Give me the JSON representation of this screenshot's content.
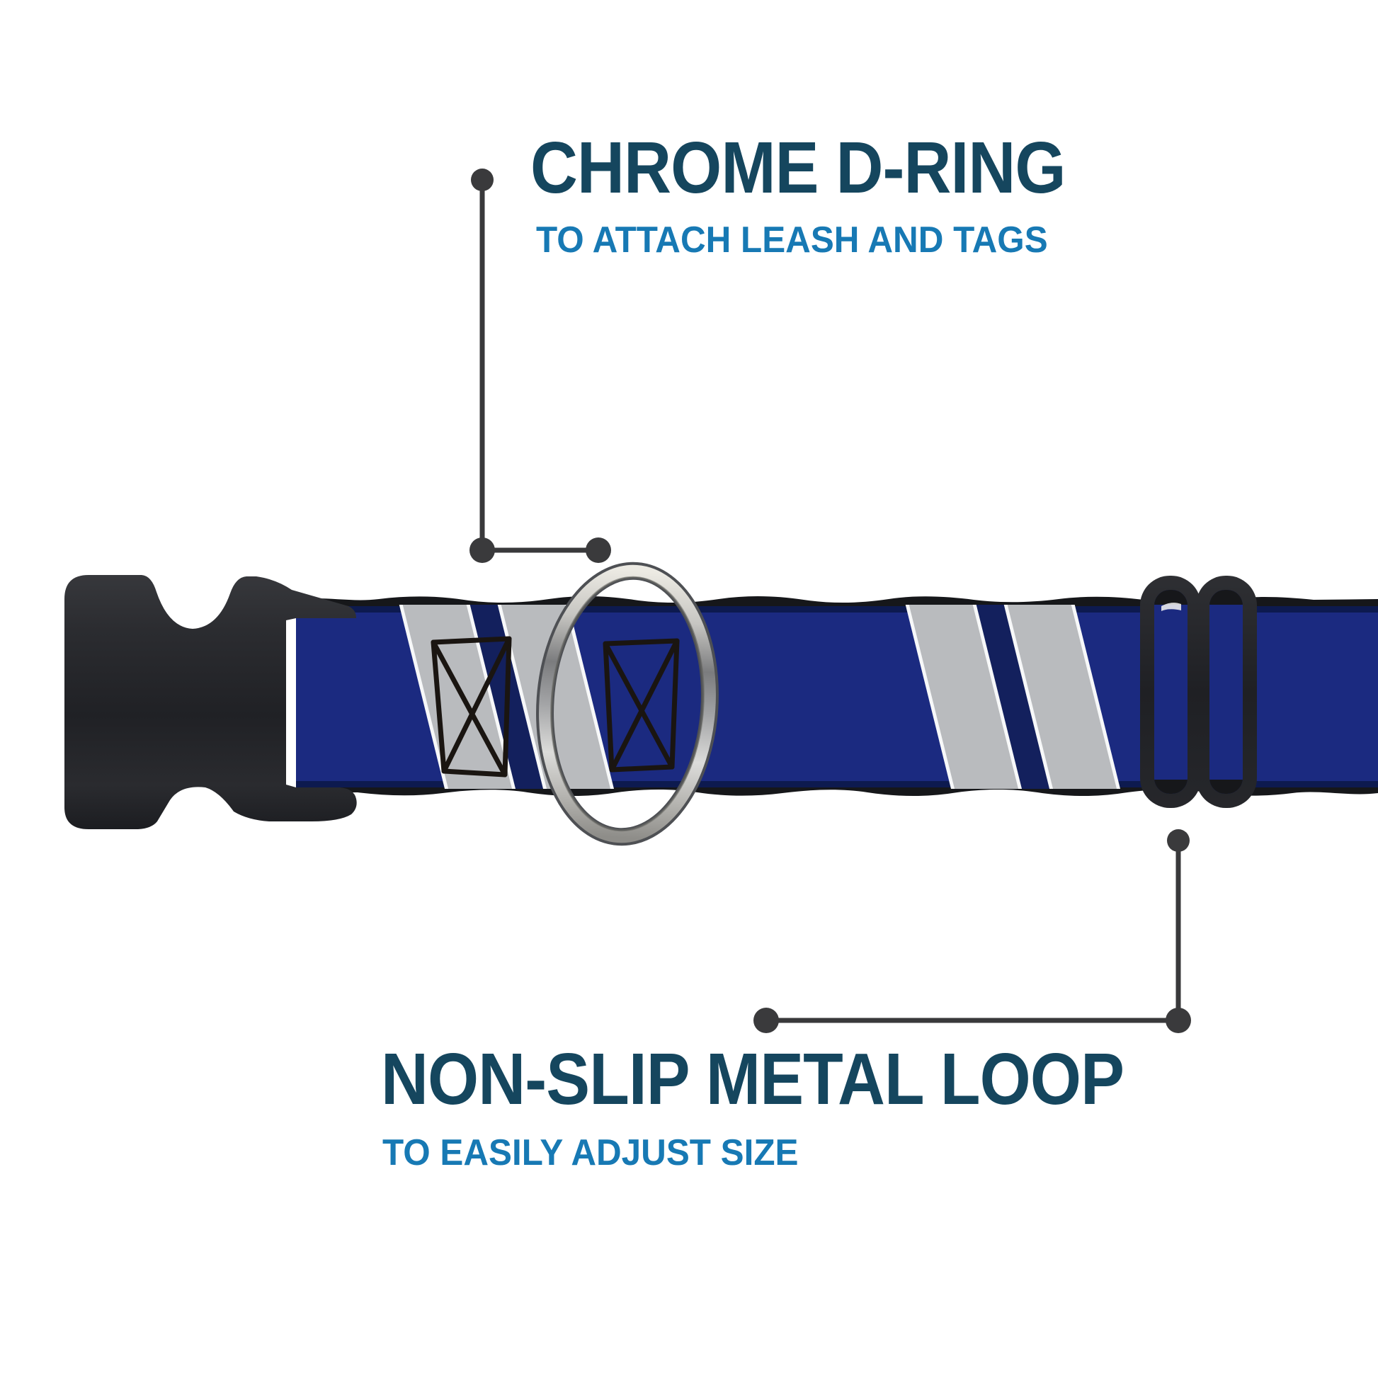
{
  "scene": {
    "background": "#ffffff",
    "subject": "dog collar product diagram"
  },
  "colors": {
    "title": "#15465e",
    "subtitle": "#1779b4",
    "callout": "#3a3a3c",
    "webbing_blue": "#1b2a80",
    "webbing_navy_edge": "#0d1a4f",
    "webbing_black_edge": "#16171a",
    "stripe_gray": "#b9bbbe",
    "stripe_white_edge": "#f7f8f9",
    "stripe_gap_navy": "#13205d",
    "hardware_black": "#26272b",
    "chrome_light": "#f2f1ec",
    "chrome_dark": "#8f8f90"
  },
  "callouts": {
    "dring": {
      "title": "CHROME D-RING",
      "subtitle": "TO ATTACH LEASH AND TAGS"
    },
    "metal_loop": {
      "title": "NON-SLIP METAL LOOP",
      "subtitle": "TO EASILY ADJUST SIZE"
    }
  }
}
